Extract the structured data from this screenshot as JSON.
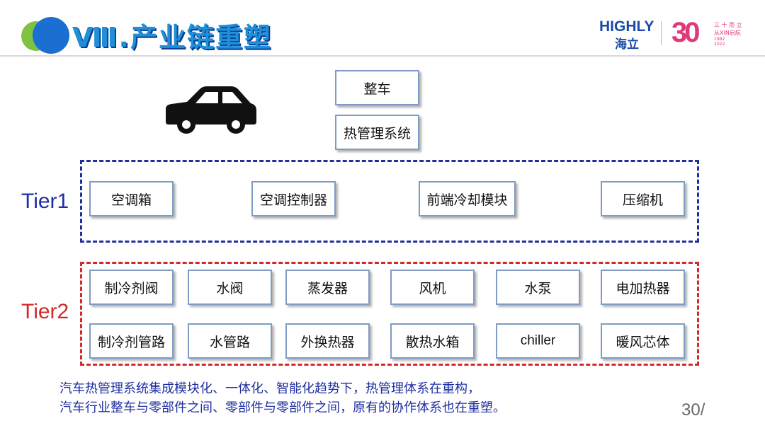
{
  "header": {
    "title": "Ⅷ.产业链重塑",
    "brand_en": "HIGHLY",
    "brand_cn": "海立",
    "anniversary": "30",
    "anniversary_text_cn": "三 十 而 立",
    "anniversary_text_2": "从XIN启航",
    "year_start": "1992",
    "year_end": "2022"
  },
  "diagram": {
    "top": [
      "整车",
      "热管理系统"
    ],
    "tier1_label": "Tier1",
    "tier1": [
      "空调箱",
      "空调控制器",
      "前端冷却模块",
      "压缩机"
    ],
    "tier2_label": "Tier2",
    "tier2_row1": [
      "制冷剂阀",
      "水阀",
      "蒸发器",
      "风机",
      "水泵",
      "电加热器"
    ],
    "tier2_row2": [
      "制冷剂管路",
      "水管路",
      "外换热器",
      "散热水箱",
      "chiller",
      "暖风芯体"
    ]
  },
  "footer": {
    "line1": "汽车热管理系统集成模块化、一体化、智能化趋势下，热管理体系在重构，",
    "line2": "汽车行业整车与零部件之间、零部件与零部件之间，原有的协作体系也在重塑。",
    "page": "30/"
  },
  "colors": {
    "tier1": "#1e2fa0",
    "tier2": "#d02a2a",
    "title": "#1f8fd8"
  },
  "icons": [
    "car-icon"
  ]
}
